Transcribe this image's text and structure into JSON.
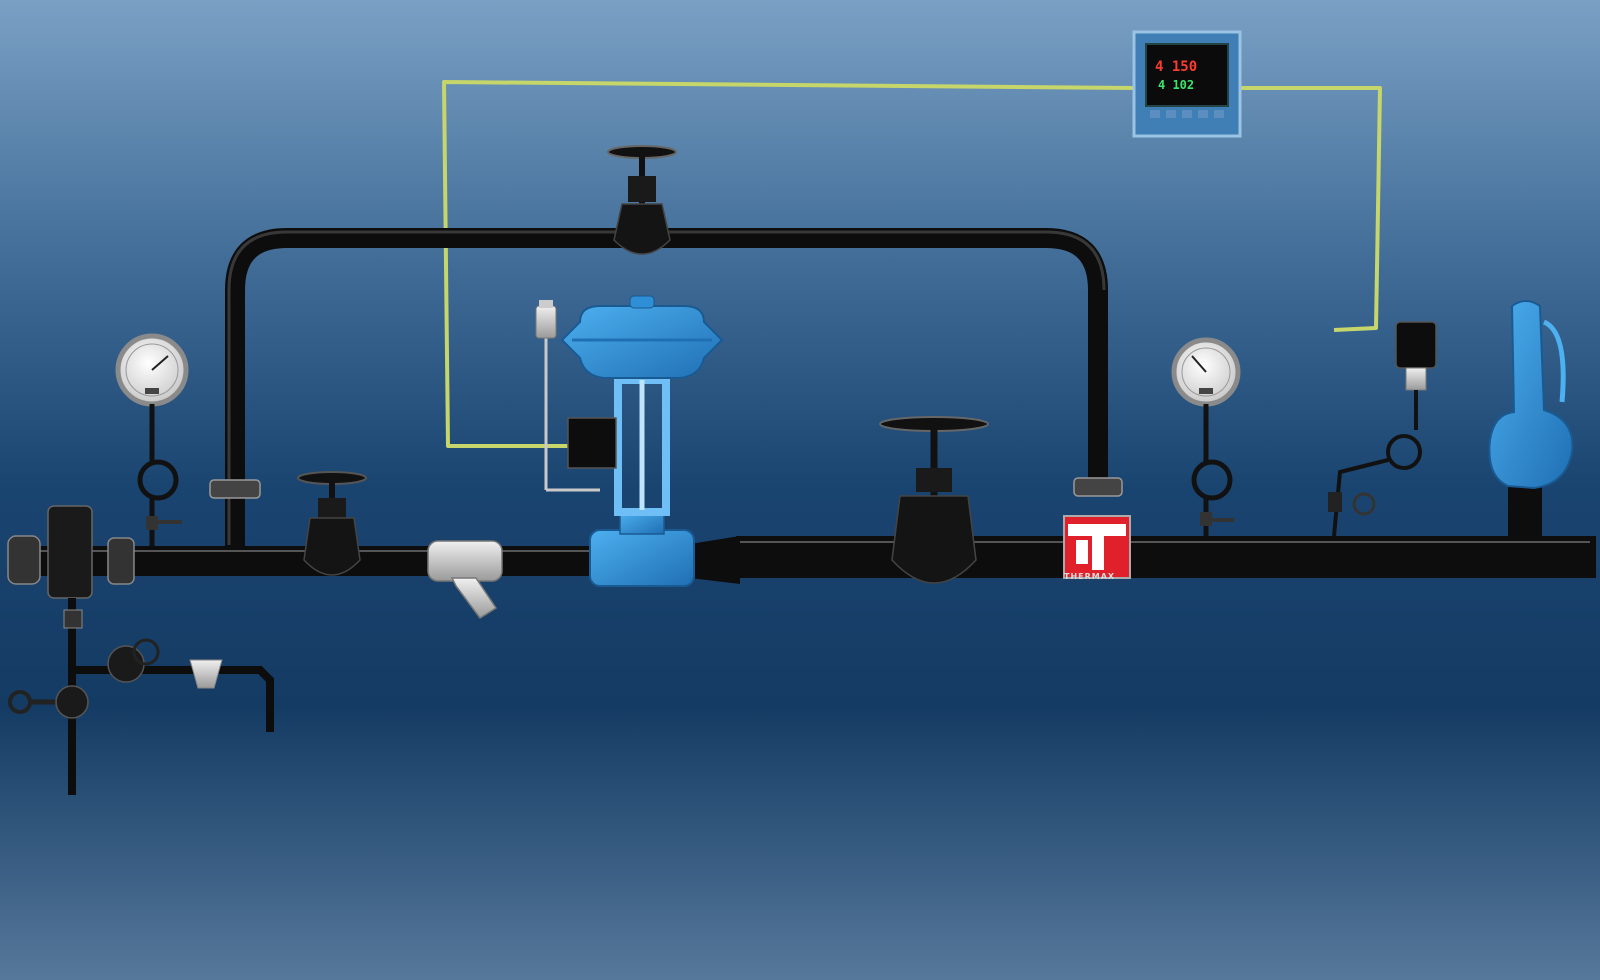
{
  "controller": {
    "display_top": "4 150",
    "display_bottom": "4 102"
  },
  "brand": {
    "name": "THERMAX"
  },
  "colors": {
    "background_top": "#7da2c6",
    "background_mid": "#143e68",
    "background_bottom": "#4d6f93",
    "pipe": "#0d0d0d",
    "signal_wire": "#c6d66a",
    "valve_body_blue": "#2f8fd6",
    "controller_housing": "#3f7fb5",
    "flow_meter_red": "#e0202a"
  },
  "icons": {
    "pressure_gauge": "pressure-gauge-icon",
    "gate_valve": "gate-valve-icon",
    "control_valve": "control-valve-icon",
    "strainer": "y-strainer-icon",
    "safety_valve": "safety-valve-icon",
    "transmitter": "pressure-transmitter-icon",
    "controller": "pid-controller-icon"
  }
}
